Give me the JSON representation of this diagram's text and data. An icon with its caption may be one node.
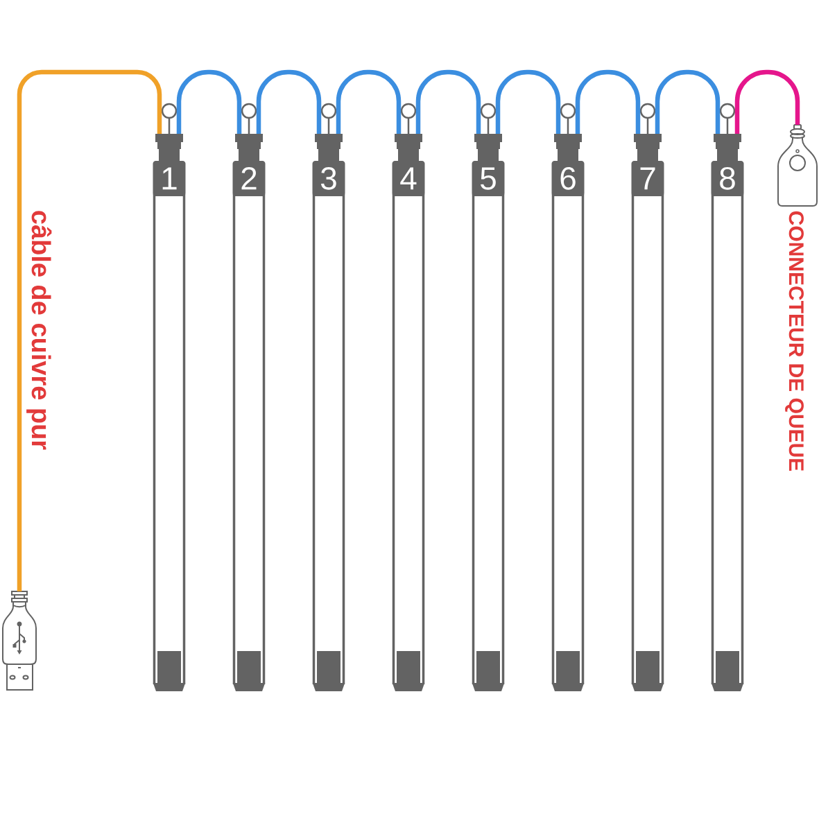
{
  "diagram": {
    "nodes": [
      {
        "text": [],
        "shape": "picture"
      },
      {
        "text": [
          "1"
        ]
      },
      {
        "text": [
          "2"
        ]
      },
      {
        "text": [
          "3"
        ]
      },
      {
        "text": [
          "4"
        ]
      },
      {
        "text": [
          "5"
        ]
      },
      {
        "text": [
          "6"
        ]
      },
      {
        "text": [
          "7"
        ]
      },
      {
        "text": [
          "8"
        ]
      },
      {
        "text": [],
        "shape": "picture",
        "beside": [
          "CONNECTEUR DE QUEUE"
        ]
      }
    ],
    "edges": [
      {
        "from": 0,
        "to": 1,
        "arrow": "none",
        "color": "#f0a128",
        "label": "câble de cuivre pur"
      },
      {
        "from": 1,
        "to": 2,
        "arrow": "none"
      },
      {
        "from": 2,
        "to": 3,
        "arrow": "none"
      },
      {
        "from": 3,
        "to": 4,
        "arrow": "none"
      },
      {
        "from": 4,
        "to": 5,
        "arrow": "none"
      },
      {
        "from": 5,
        "to": 6,
        "arrow": "none"
      },
      {
        "from": 6,
        "to": 7,
        "arrow": "none"
      },
      {
        "from": 7,
        "to": 8,
        "arrow": "none"
      },
      {
        "from": 8,
        "to": 9,
        "arrow": "none",
        "color": "#e5168c"
      }
    ]
  }
}
